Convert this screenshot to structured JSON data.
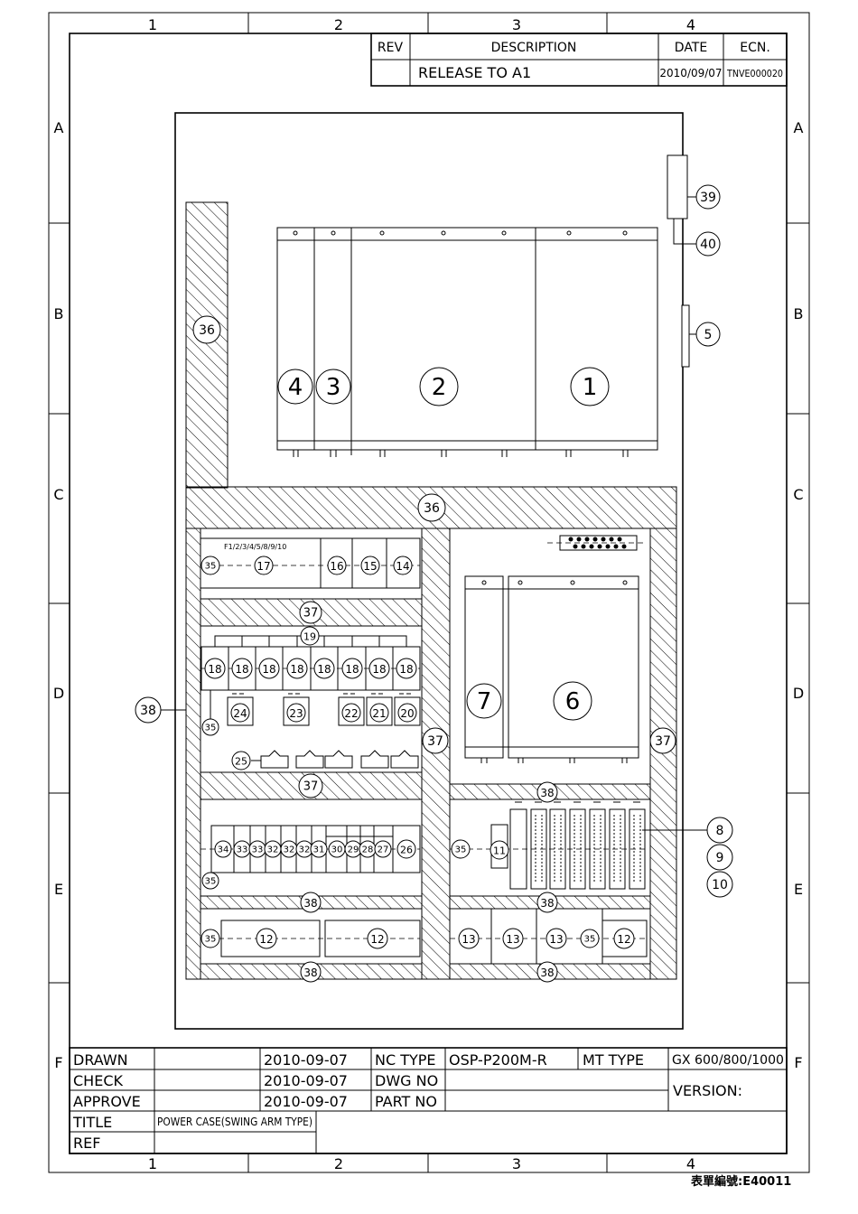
{
  "zones": {
    "columns": [
      "1",
      "2",
      "3",
      "4"
    ],
    "rows": [
      "A",
      "B",
      "C",
      "D",
      "E",
      "F"
    ]
  },
  "revision_block": {
    "headers": {
      "rev": "REV",
      "description": "DESCRIPTION",
      "date": "DATE",
      "ecn": "ECN."
    },
    "row": {
      "rev": "",
      "description": "RELEASE TO A1",
      "date": "2010/09/07",
      "ecn": "TNVE000020"
    }
  },
  "fuse_label": "F1/2/3/4/5/8/9/10",
  "balloons": {
    "unit1": "1",
    "unit2": "2",
    "unit3": "3",
    "unit4": "4",
    "b5": "5",
    "b6": "6",
    "b7": "7",
    "b8": "8",
    "b9": "9",
    "b10": "10",
    "b11": "11",
    "b12": "12",
    "b13": "13",
    "b14": "14",
    "b15": "15",
    "b16": "16",
    "b17": "17",
    "b18": "18",
    "b19": "19",
    "b20": "20",
    "b21": "21",
    "b22": "22",
    "b23": "23",
    "b24": "24",
    "b25": "25",
    "b26": "26",
    "b27": "27",
    "b28": "28",
    "b29": "29",
    "b30": "30",
    "b31": "31",
    "b32": "32",
    "b33": "33",
    "b34": "34",
    "b35": "35",
    "b36": "36",
    "b37": "37",
    "b38": "38",
    "b39": "39",
    "b40": "40"
  },
  "title_block": {
    "drawn_label": "DRAWN",
    "check_label": "CHECK",
    "approve_label": "APPROVE",
    "title_label": "TITLE",
    "ref_label": "REF",
    "drawn_date": "2010-09-07",
    "check_date": "2010-09-07",
    "approve_date": "2010-09-07",
    "nc_type_label": "NC TYPE",
    "nc_type_value": "OSP-P200M-R",
    "mt_type_label": "MT TYPE",
    "mt_type_value": "GX 600/800/1000",
    "dwg_no_label": "DWG NO",
    "part_no_label": "PART NO",
    "version_label": "VERSION:",
    "title_value": "POWER CASE(SWING ARM TYPE)"
  },
  "form_number": "表單編號:E40011"
}
